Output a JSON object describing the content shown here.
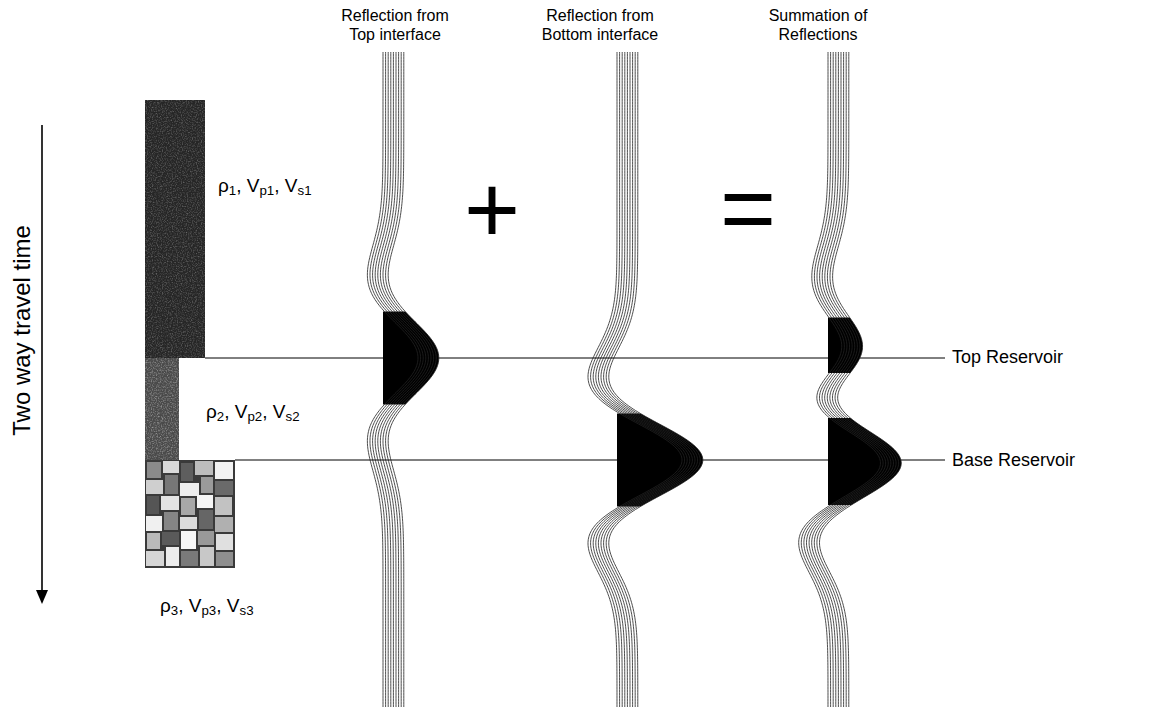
{
  "diagram": {
    "labels": [
      "Reflection from Top interface",
      "Reflection from Bottom interface",
      "Summation of Reflections",
      "+",
      "=",
      "ρ1, Vp1, Vs1",
      "ρ2, Vp2, Vs2",
      "ρ3, Vp3, Vs3",
      "Top Reservoir",
      "Base Reservoir",
      "Two way travel time"
    ]
  }
}
